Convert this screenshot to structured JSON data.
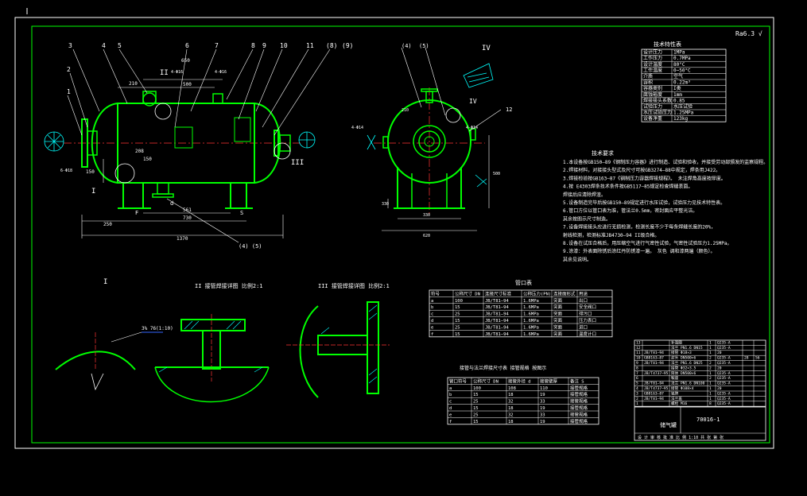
{
  "sheet": {
    "corner_mark": "Ra6.3 √",
    "border_color": "#00ff00",
    "geometry_color": "#00ff00",
    "centerline_color": "#ff3333",
    "dimension_color": "#ffffff",
    "leader_color": "#ffff33",
    "hatch_color": "#00ffff"
  },
  "front_view": {
    "balloons": [
      "1",
      "2",
      "3",
      "4",
      "5",
      "6",
      "7",
      "8",
      "9",
      "10",
      "11",
      "(8)",
      "(9)"
    ],
    "section_marks": [
      "I",
      "II",
      "III"
    ],
    "dims": [
      "1370",
      "730",
      "250",
      "150",
      "208",
      "150",
      "561",
      "500",
      "210",
      "650",
      "d",
      "F",
      "S",
      "4-Φ16",
      "4-Φ16",
      "6-Φ18"
    ],
    "bottom_balloons": "(4)  (5)"
  },
  "side_view": {
    "balloons": [
      "(4)",
      "(5)",
      "12"
    ],
    "section_marks": [
      "IV",
      "IV"
    ],
    "dims": [
      "210",
      "330",
      "620",
      "500",
      "330",
      "4-Φ14",
      "4-Φ14"
    ]
  },
  "details": {
    "d1_title": "I",
    "d2_title": "II  接管焊接详图  比例2:1",
    "d3_title": "III  接管焊接详图  比例2:1",
    "d1_note": "3% 76(1:10)"
  },
  "design_data": {
    "title": "技术特性表",
    "rows": [
      [
        "设计压力",
        "1MPa"
      ],
      [
        "工作压力",
        "0.7MPa"
      ],
      [
        "设计温度",
        "80°C"
      ],
      [
        "工作温度",
        "0~50°C"
      ],
      [
        "介质",
        "空气"
      ],
      [
        "容积",
        "0.22m³"
      ],
      [
        "容器类别",
        "I类"
      ],
      [
        "腐蚀裕度",
        "1mm"
      ],
      [
        "焊接接头系数",
        "0.85"
      ],
      [
        "试验压力",
        "水压试验"
      ],
      [
        "水压试验压力",
        "1.25MPa"
      ],
      [
        "设备净重",
        "123kg"
      ]
    ]
  },
  "tech_requirements": {
    "title": "技术要求",
    "lines": [
      "1.本设备按GB150—89《钢制压力容器》进行制造、试验和验收，并接受劳动部颁发的监察规程。",
      "2.焊接材料，对接接头型式及尺寸可按GB3274—88中规定，焊条用J422。",
      "3.焊接检验按GB163—87《钢制压力容器焊接规程》。    未注焊角高度按厚度。",
      "4.按 E4303焊条技术条件按GB5117—85规定检查焊缝表面。",
      "   焊接后应清除焊渣。",
      "5.设备制造完毕后按GB150—89规定进行水压试验，试验压力见技术特性表。",
      "6.管口方位以管口表为准，管法兰0.5mm，密封面应平整光洁。",
      "   其余按图示尺寸制造。",
      "7.设备焊接接头应进行无损检测，检测长度不少于每条焊缝长度的20%，",
      "   射线检测，检测标准JB4730—94    II级合格。",
      "8.设备在试压合格后，用压缩空气进行气密性试验，气密性试验压力1.25MPa。",
      "9.涂漆：外表面除锈后涂红丹防锈漆一遍。    灰色    调和漆两遍（颜色）。",
      "   其余见说明。"
    ]
  },
  "nozzle_table": {
    "title": "管口表",
    "headers": [
      "符号",
      "公称尺寸 DN",
      "连接尺寸标准",
      "公称压力(PN)",
      "连接面形式",
      "用途"
    ],
    "rows": [
      [
        "a",
        "100",
        "JB/T81—94",
        "1.6MPa",
        "突面",
        "出口"
      ],
      [
        "b",
        "15",
        "JB/T81—94",
        "1.6MPa",
        "突面",
        "安全阀口"
      ],
      [
        "c",
        "25",
        "JB/T81—94",
        "1.6MPa",
        "突面",
        "排污口"
      ],
      [
        "d",
        "15",
        "JB/T81—94",
        "1.6MPa",
        "突面",
        "压力表口"
      ],
      [
        "e",
        "25",
        "JB/T81—94",
        "1.6MPa",
        "突面",
        "进口"
      ],
      [
        "f",
        "15",
        "JB/T81—94",
        "1.6MPa",
        "突面",
        "温度计口"
      ]
    ]
  },
  "weld_table": {
    "title": "接管与法兰焊接尺寸表  接管规格 按图示",
    "headers": [
      "管口符号",
      "公称尺寸 DN",
      "接管外径 d",
      "接管壁厚",
      "备注 S"
    ],
    "rows": [
      [
        "a",
        "100",
        "108",
        "110",
        "接管规格"
      ],
      [
        "b",
        "15",
        "18",
        "19",
        "接管规格"
      ],
      [
        "c",
        "25",
        "32",
        "33",
        "接管规格"
      ],
      [
        "d",
        "15",
        "18",
        "19",
        "接管规格"
      ],
      [
        "e",
        "25",
        "32",
        "33",
        "接管规格"
      ],
      [
        "f",
        "15",
        "18",
        "19",
        "接管规格"
      ]
    ]
  },
  "parts_list": {
    "rows": [
      [
        "13",
        "",
        "补强圈",
        "1",
        "Q235-A",
        "",
        ""
      ],
      [
        "12",
        "",
        "法兰 PN1.6 DN15",
        "1",
        "Q235-A",
        "",
        ""
      ],
      [
        "11",
        "JB/T81—94",
        "接管 Φ18×3",
        "1",
        "20",
        "",
        ""
      ],
      [
        "10",
        "GB8163—87",
        "封头 DN500×6",
        "2",
        "Q235-A",
        "28",
        "56"
      ],
      [
        "9",
        "JB/T81—94",
        "法兰 PN1.6 DN25",
        "2",
        "Q235-A",
        "",
        ""
      ],
      [
        "8",
        "",
        "接管 Φ32×3.5",
        "2",
        "20",
        "",
        ""
      ],
      [
        "7",
        "JB/T4737—95",
        "筒体 DN500×6",
        "1",
        "Q235-A",
        "",
        ""
      ],
      [
        "6",
        "",
        "鞍座",
        "2",
        "Q235-A",
        "",
        ""
      ],
      [
        "5",
        "JB/T81—94",
        "法兰 PN1.6 DN100",
        "1",
        "Q235-A",
        "",
        ""
      ],
      [
        "4",
        "JB/T4737—95",
        "接管 Φ108×4",
        "1",
        "20",
        "",
        ""
      ],
      [
        "3",
        "GB8163—87",
        "铭牌",
        "1",
        "Q235-A",
        "",
        ""
      ],
      [
        "2",
        "JB/T81—94",
        "法兰盖",
        "1",
        "Q235-A",
        "",
        ""
      ],
      [
        "1",
        "",
        "螺栓 M16",
        "8",
        "Q235-A",
        "",
        ""
      ]
    ],
    "drawing_number": "70016-1",
    "title_block_label": "储气罐",
    "footer_row": "设 计 审 核 批 准 比 例 1:10 共 张 第 张"
  }
}
